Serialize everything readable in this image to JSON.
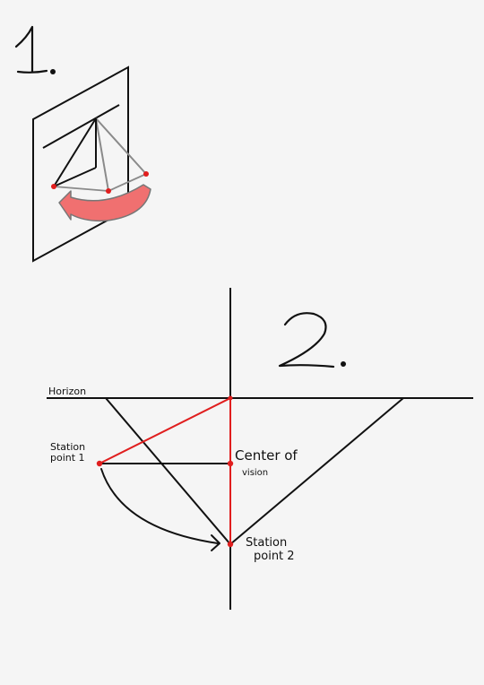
{
  "step1": {
    "number": "1."
  },
  "step2": {
    "number": "2.",
    "labels": {
      "horizon": "Horizon",
      "station_point_1_line1": "Station",
      "station_point_1_line2": "point 1",
      "center_line1": "Center of",
      "center_line2": "vision",
      "station_point_2_line1": "Station",
      "station_point_2_line2": "point 2"
    }
  },
  "colors": {
    "ink": "#111111",
    "red": "#e01e1e",
    "arrow_fill": "#f07070",
    "gray": "#8a8a8a",
    "background": "#f5f5f5"
  }
}
